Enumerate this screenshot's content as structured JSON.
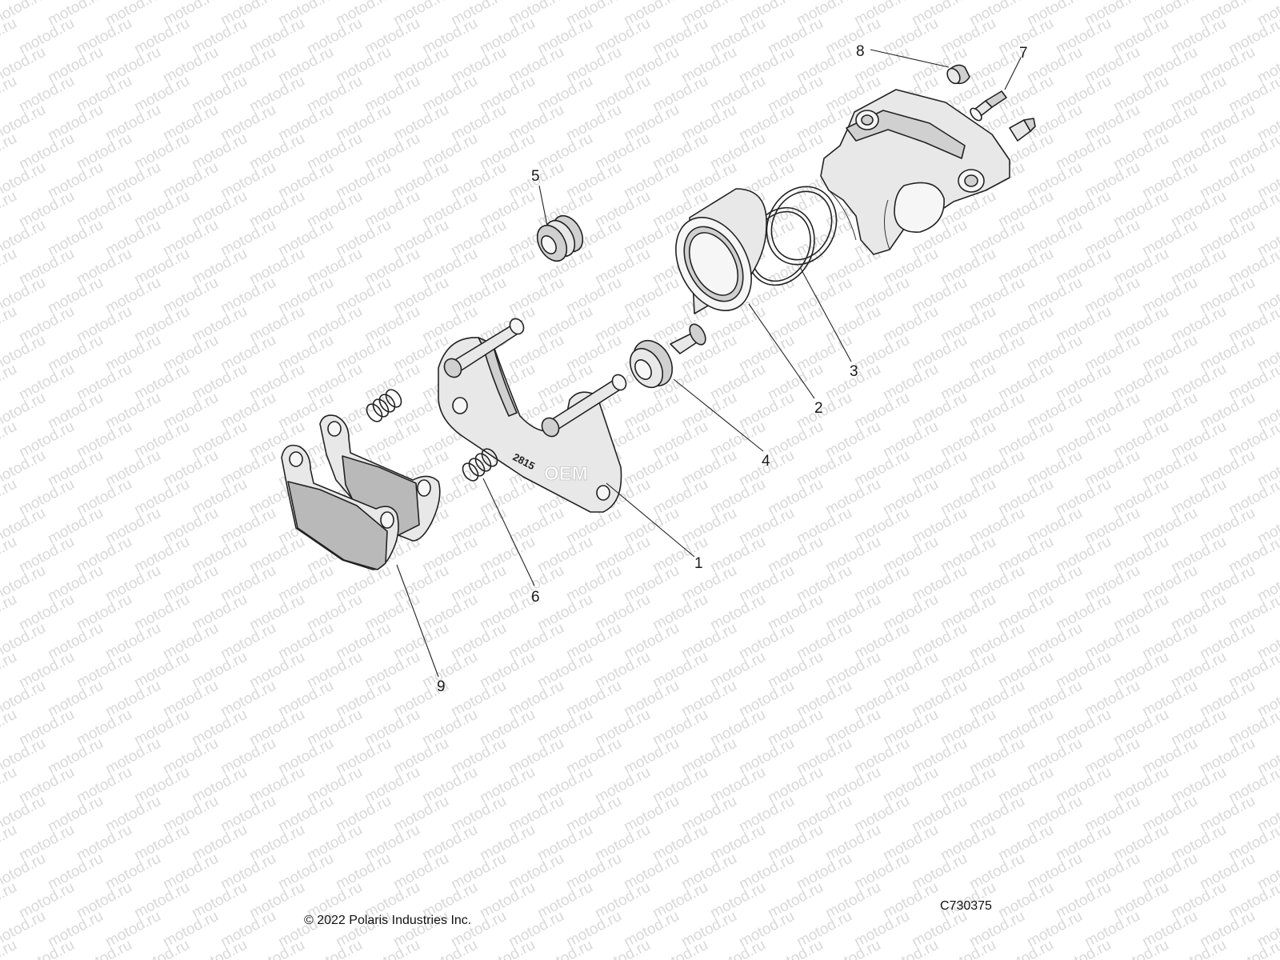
{
  "watermark": {
    "text": "motod.ru"
  },
  "callouts": [
    {
      "label": "1"
    },
    {
      "label": "2"
    },
    {
      "label": "3"
    },
    {
      "label": "4"
    },
    {
      "label": "5"
    },
    {
      "label": "6"
    },
    {
      "label": "7"
    },
    {
      "label": "8"
    },
    {
      "label": "9"
    }
  ],
  "parts": {
    "bracket_stamp": "2815",
    "bracket_logo": "OEM"
  },
  "footer": {
    "copyright": "© 2022 Polaris Industries Inc.",
    "drawing_code": "C730375"
  }
}
